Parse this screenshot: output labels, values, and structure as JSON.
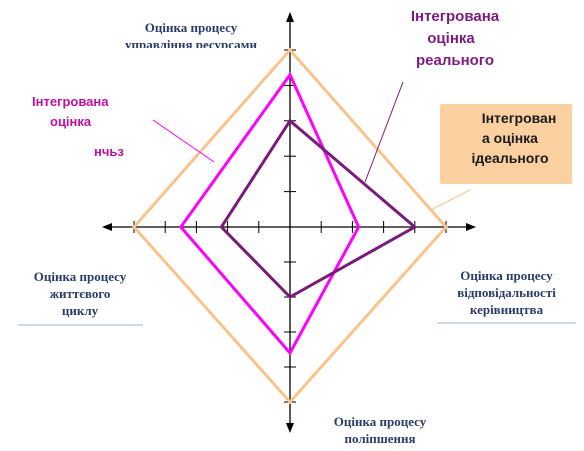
{
  "axes": {
    "top": [
      "Оцінка процесу",
      "управління ресурсами"
    ],
    "right": [
      "Оцінка процесу",
      "відповідальності",
      "керівництва"
    ],
    "bottom": [
      "Оцінка процесу",
      "поліпшення"
    ],
    "left": [
      "Оцінка процесу",
      "життєвого",
      "циклу"
    ]
  },
  "legend": {
    "real": [
      "Інтегрована",
      "оцінка",
      "реального"
    ],
    "pink": [
      "Інтегрована",
      "оцінка",
      "нчьз"
    ],
    "ideal": [
      "Інтегрован",
      "а оцінка",
      "ідеального"
    ]
  },
  "colors": {
    "ideal": "#f9c48c",
    "pink": "#ff00ff",
    "real": "#7a1a7a",
    "axis": "#000000",
    "label": "#2b3b6a"
  },
  "chart_data": {
    "type": "radar",
    "axes": [
      "top",
      "right",
      "bottom",
      "left"
    ],
    "max": 5,
    "series": [
      {
        "key": "ideal",
        "values": [
          5,
          5,
          5,
          5
        ]
      },
      {
        "key": "pink",
        "values": [
          4.3,
          2.2,
          3.6,
          3.5
        ]
      },
      {
        "key": "real",
        "values": [
          3.0,
          4.0,
          2.0,
          2.2
        ]
      }
    ]
  }
}
